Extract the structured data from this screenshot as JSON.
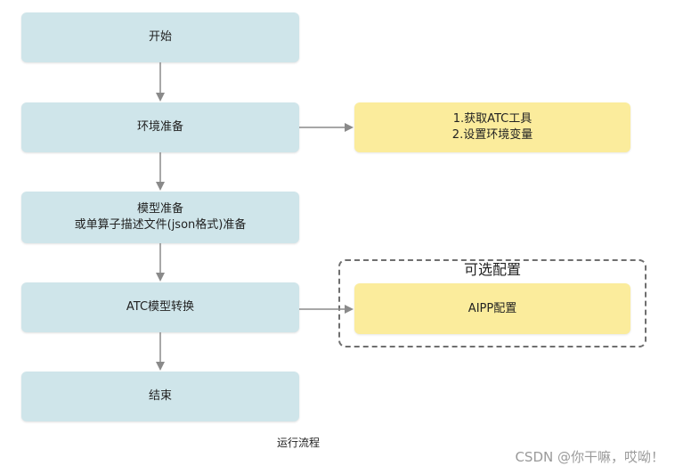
{
  "flow": {
    "start": "开始",
    "env_prep": "环境准备",
    "model_prep_line1": "模型准备",
    "model_prep_line2": "或单算子描述文件(json格式)准备",
    "atc_convert": "ATC模型转换",
    "end": "结束"
  },
  "env_steps": {
    "step1": "1.获取ATC工具",
    "step2": "2.设置环境变量"
  },
  "optional": {
    "title": "可选配置",
    "aipp": "AIPP配置"
  },
  "caption": "运行流程",
  "watermark": "CSDN @你干嘛，哎呦！",
  "colors": {
    "main_box": "#cfe5ea",
    "side_box": "#fbec9c",
    "arrow": "#8a8a8a",
    "dashed_border": "#6f6f6f"
  }
}
